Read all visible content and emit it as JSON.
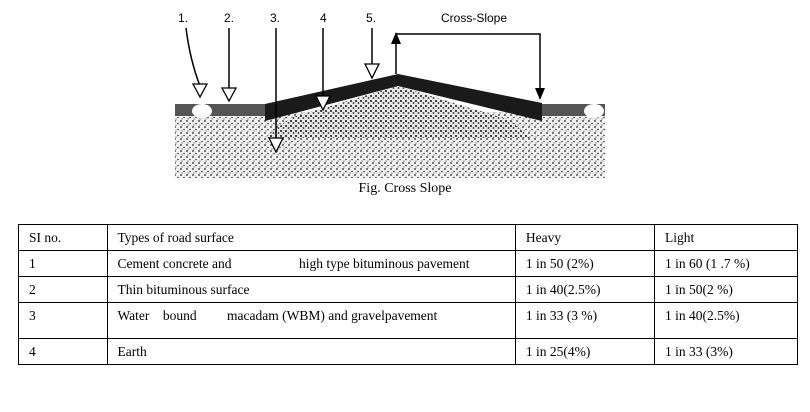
{
  "figure": {
    "caption": "Fig. Cross Slope",
    "labels": [
      "1.",
      "2.",
      "3.",
      "4",
      "5."
    ],
    "cross_slope_label": "Cross-Slope"
  },
  "table": {
    "headers": [
      "SI no.",
      "Types of road surface",
      "Heavy",
      "Light"
    ],
    "rows": [
      {
        "no": "1",
        "type": "Cement concrete and                    high type bituminous pavement",
        "heavy": "1 in 50 (2%)",
        "light": "1 in 60 (1 .7 %)"
      },
      {
        "no": "2",
        "type": "Thin bituminous surface",
        "heavy": "1 in 40(2.5%)",
        "light": "1 in 50(2 %)"
      },
      {
        "no": "3",
        "type": "Water    bound         macadam (WBM) and gravelpavement",
        "heavy": "1 in 33 (3 %)",
        "light": "1 in 40(2.5%)"
      },
      {
        "no": "4",
        "type": "Earth",
        "heavy": "1 in 25(4%)",
        "light": "1 in 33 (3%)"
      }
    ]
  }
}
